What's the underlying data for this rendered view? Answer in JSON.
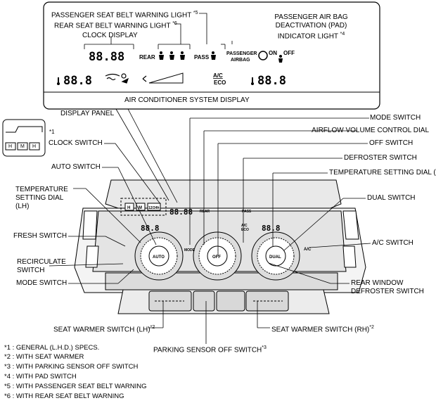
{
  "display_box": {
    "passenger_seat_belt_warning_light": "PASSENGER SEAT BELT WARNING LIGHT",
    "passenger_seat_belt_note": "*5",
    "rear_seat_belt_warning_light": "REAR SEAT BELT WARNING LIGHT",
    "rear_seat_belt_note": "*6",
    "clock_display": "CLOCK DISPLAY",
    "pad_line1": "PASSENGER AIR BAG",
    "pad_line2": "DEACTIVATION (PAD)",
    "pad_line3": "INDICATOR LIGHT",
    "pad_note": "*4",
    "clock_value": "88.88",
    "rear_text": "REAR",
    "pass_text": "PASS",
    "passenger_airbag_line1": "PASSENGER",
    "passenger_airbag_line2": "AIRBAG",
    "on_text": "ON",
    "off_text": "OFF",
    "temp_left": "88.8",
    "temp_right": "88.8",
    "ac_text": "A/C",
    "eco_text": "ECO",
    "system_display": "AIR CONDITIONER SYSTEM DISPLAY"
  },
  "inset": {
    "note": "*1",
    "buttons": [
      "H",
      "M",
      "H"
    ]
  },
  "panel": {
    "clock_value": "88.88",
    "temp_left": "88.8",
    "temp_right": "88.8",
    "auto_text": "AUTO",
    "off_text": "OFF",
    "dual_text": "DUAL",
    "ac_text": "A/C",
    "mode_text": "MODE",
    "rear_text": "REAR",
    "pass_text": "PASS",
    "ac_eco_line1": "A/C",
    "ac_eco_line2": "ECO",
    "inset_buttons": [
      "H",
      "M",
      "12/24h"
    ]
  },
  "labels": {
    "display_panel": "DISPLAY PANEL",
    "clock_switch": "CLOCK SWITCH",
    "auto_switch": "AUTO SWITCH",
    "temp_lh_1": "TEMPERATURE",
    "temp_lh_2": "SETTING DIAL",
    "temp_lh_3": "(LH)",
    "fresh_switch": "FRESH SWITCH",
    "recirc_1": "RECIRCULATE",
    "recirc_2": "SWITCH",
    "mode_switch_left": "MODE SWITCH",
    "seat_warmer_lh": "SEAT WARMER SWITCH (LH)",
    "seat_warmer_lh_note": "*2",
    "parking_sensor": "PARKING SENSOR OFF SWITCH",
    "parking_sensor_note": "*3",
    "seat_warmer_rh": "SEAT WARMER SWITCH (RH)",
    "seat_warmer_rh_note": "*2",
    "mode_switch_right": "MODE SWITCH",
    "airflow_dial": "AIRFLOW VOLUME CONTROL DIAL",
    "off_switch": "OFF SWITCH",
    "defroster_switch": "DEFROSTER SWITCH",
    "temp_rh": "TEMPERATURE SETTING DIAL (RH)",
    "dual_switch": "DUAL SWITCH",
    "ac_switch": "A/C SWITCH",
    "rear_window_1": "REAR WINDOW",
    "rear_window_2": "DEFROSTER SWITCH"
  },
  "notes": [
    "*1 : GENERAL (L.H.D.) SPECS.",
    "*2 : WITH SEAT WARMER",
    "*3 : WITH PARKING SENSOR OFF SWITCH",
    "*4 : WITH PAD SWITCH",
    "*5 : WITH PASSENGER SEAT BELT WARNING",
    "*6 : WITH REAR SEAT BELT WARNING"
  ]
}
